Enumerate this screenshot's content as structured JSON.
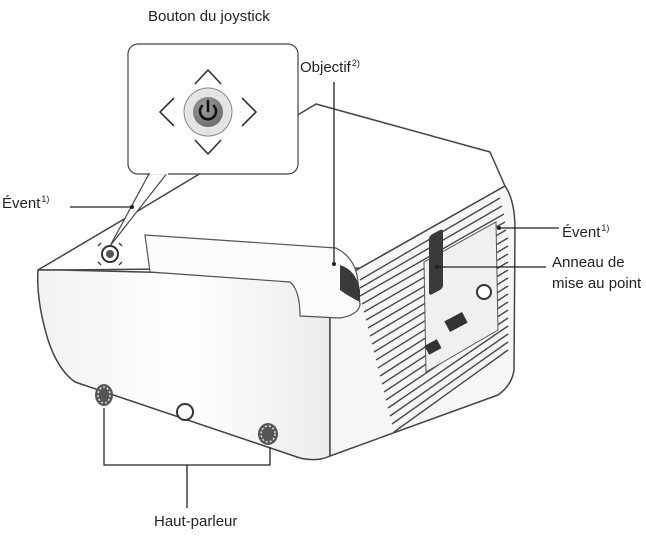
{
  "labels": {
    "joystick_button": "Bouton du joystick",
    "lens": "Objectif",
    "lens_note": "2)",
    "vent_left": "Évent",
    "vent_left_note": "1)",
    "vent_right": "Évent",
    "vent_right_note": "1)",
    "focus_ring": "Anneau de mise au point",
    "speaker": "Haut-parleur"
  },
  "icons": {
    "power": "power-icon",
    "arrows": [
      "arrow-up-icon",
      "arrow-down-icon",
      "arrow-left-icon",
      "arrow-right-icon"
    ]
  },
  "colors": {
    "line": "#222222",
    "body": "#ffffff",
    "shadow": "#e9e9e9",
    "vent": "#4a4a4a",
    "power_button": "#777777"
  }
}
